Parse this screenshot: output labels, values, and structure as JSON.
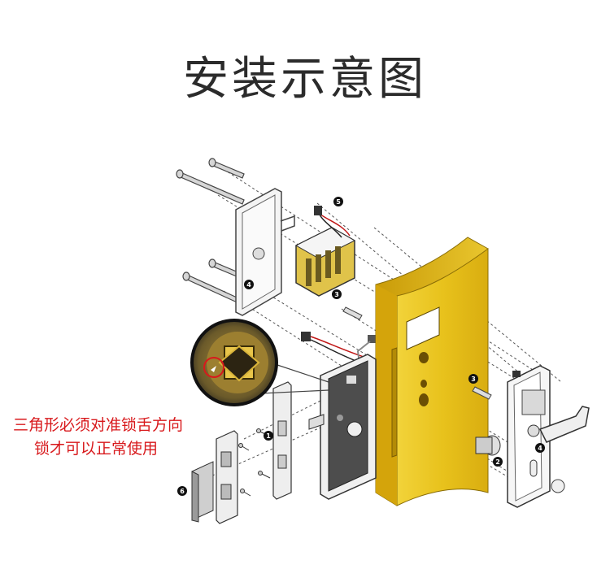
{
  "title": "安装示意图",
  "note": {
    "line1": "三角形必须对准锁舌方向",
    "line2": "锁才可以正常使用"
  },
  "callouts": {
    "part1": "1",
    "part2": "2",
    "part3a": "3",
    "part3b": "3",
    "part4a": "4",
    "part4b": "4",
    "part5": "5",
    "part6": "6"
  },
  "colors": {
    "door_gold": "#e9c21b",
    "note_red": "#d8191c",
    "dark": "#333333"
  }
}
